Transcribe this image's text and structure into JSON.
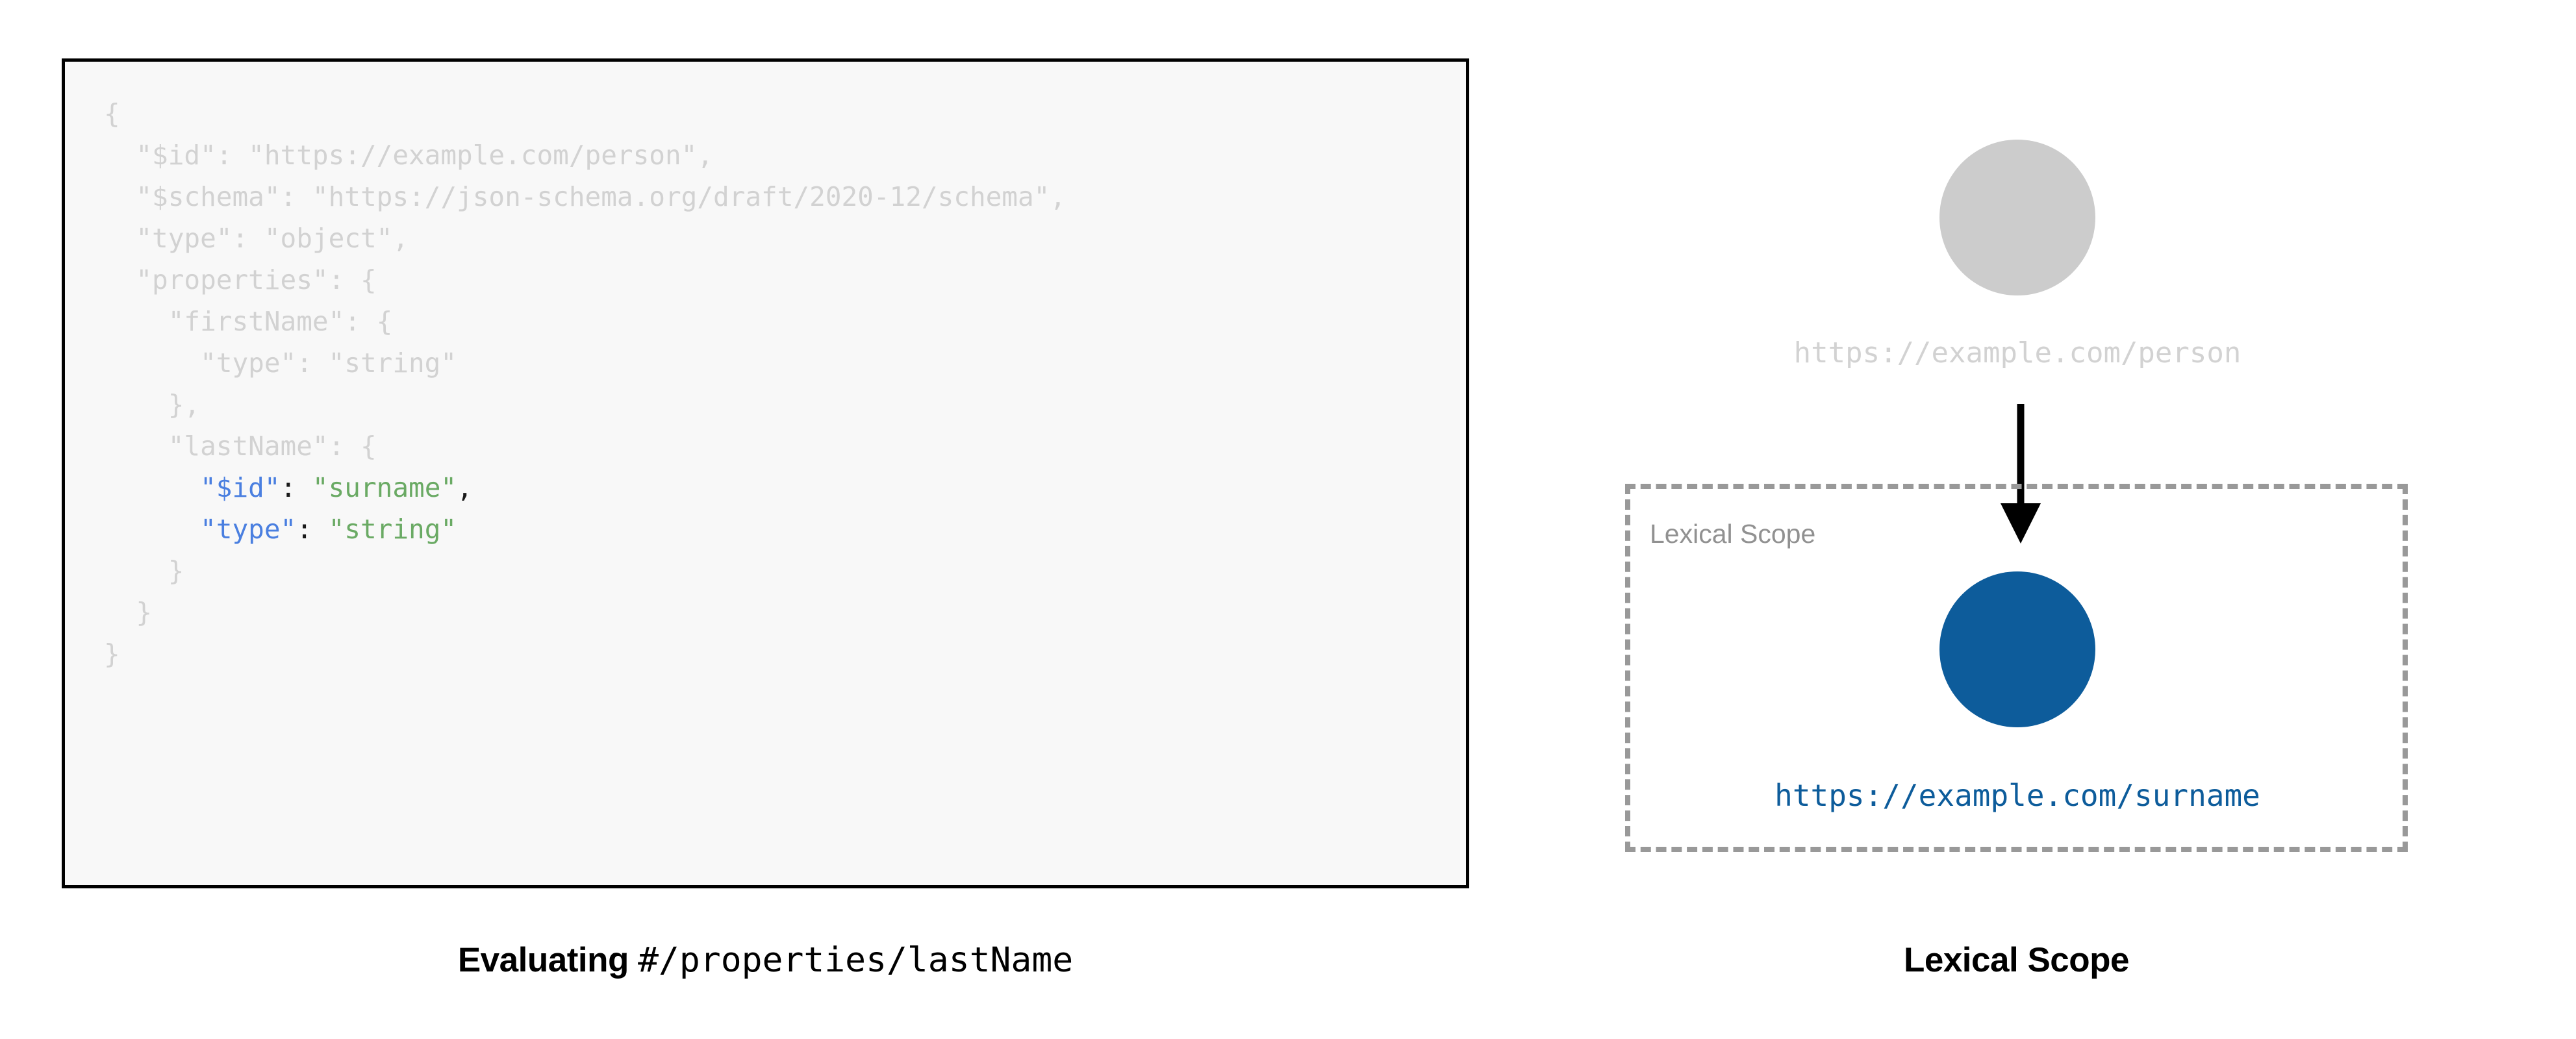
{
  "colors": {
    "code_background": "#f8f8f8",
    "code_border": "#000000",
    "code_dim_text": "#d2d2d2",
    "code_key_highlight": "#4a7fe0",
    "code_string_highlight": "#6aaa64",
    "parent_node_fill": "#cccccc",
    "child_node_fill": "#0d5c9b",
    "scope_border": "#999999",
    "scope_label_text": "#919191",
    "arrow": "#000000",
    "caption_text": "#000000",
    "page_background": "#ffffff"
  },
  "left_panel": {
    "code_lines": [
      {
        "id": "line-open-brace",
        "highlight": false,
        "segments": [
          {
            "text": "{",
            "role": "dim"
          }
        ]
      },
      {
        "id": "line-id",
        "highlight": false,
        "segments": [
          {
            "text": "  \"$id\": \"https://example.com/person\",",
            "role": "dim"
          }
        ]
      },
      {
        "id": "line-schema",
        "highlight": false,
        "segments": [
          {
            "text": "  \"$schema\": \"https://json-schema.org/draft/2020-12/schema\",",
            "role": "dim"
          }
        ]
      },
      {
        "id": "line-type",
        "highlight": false,
        "segments": [
          {
            "text": "  \"type\": \"object\",",
            "role": "dim"
          }
        ]
      },
      {
        "id": "line-properties",
        "highlight": false,
        "segments": [
          {
            "text": "  \"properties\": {",
            "role": "dim"
          }
        ]
      },
      {
        "id": "line-firstname",
        "highlight": false,
        "segments": [
          {
            "text": "    \"firstName\": {",
            "role": "dim"
          }
        ]
      },
      {
        "id": "line-firstname-type",
        "highlight": false,
        "segments": [
          {
            "text": "      \"type\": \"string\"",
            "role": "dim"
          }
        ]
      },
      {
        "id": "line-firstname-close",
        "highlight": false,
        "segments": [
          {
            "text": "    },",
            "role": "dim"
          }
        ]
      },
      {
        "id": "line-lastname",
        "highlight": false,
        "segments": [
          {
            "text": "    \"lastName\": {",
            "role": "dim"
          }
        ]
      },
      {
        "id": "line-lastname-id",
        "highlight": true,
        "segments": [
          {
            "text": "      ",
            "role": "dim"
          },
          {
            "text": "\"$id\"",
            "role": "key"
          },
          {
            "text": ":",
            "role": "punc"
          },
          {
            "text": " ",
            "role": "punc"
          },
          {
            "text": "\"surname\"",
            "role": "str"
          },
          {
            "text": ",",
            "role": "punc"
          }
        ]
      },
      {
        "id": "line-lastname-type",
        "highlight": true,
        "segments": [
          {
            "text": "      ",
            "role": "dim"
          },
          {
            "text": "\"type\"",
            "role": "key"
          },
          {
            "text": ":",
            "role": "punc"
          },
          {
            "text": " ",
            "role": "punc"
          },
          {
            "text": "\"string\"",
            "role": "str"
          }
        ]
      },
      {
        "id": "line-lastname-close",
        "highlight": false,
        "segments": [
          {
            "text": "    }",
            "role": "dim"
          }
        ]
      },
      {
        "id": "line-properties-close",
        "highlight": false,
        "segments": [
          {
            "text": "  }",
            "role": "dim"
          }
        ]
      },
      {
        "id": "line-close-brace",
        "highlight": false,
        "segments": [
          {
            "text": "}",
            "role": "dim"
          }
        ]
      }
    ],
    "caption": {
      "bold_part": "Evaluating",
      "mono_part": "#/properties/lastName"
    }
  },
  "right_panel": {
    "parent_node": {
      "label": "https://example.com/person",
      "shape": "circle"
    },
    "arrow": {
      "icon": "down-arrow-icon",
      "direction": "down"
    },
    "scope_box": {
      "label": "Lexical Scope",
      "border_style": "dashed"
    },
    "child_node": {
      "label": "https://example.com/surname",
      "shape": "circle"
    },
    "caption": "Lexical Scope"
  }
}
